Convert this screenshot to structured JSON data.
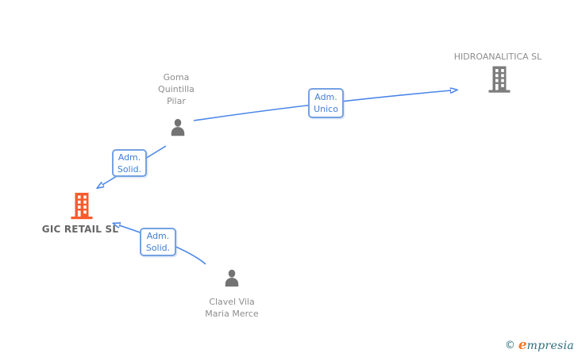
{
  "diagram_type": "corporate-relationship-graph",
  "nodes": {
    "goma": {
      "type": "person",
      "label_lines": [
        "Goma",
        "Quintilla",
        "Pilar"
      ]
    },
    "hidroanalitica": {
      "type": "company",
      "label": "HIDROANALITICA SL"
    },
    "gic": {
      "type": "company",
      "label": "GIC RETAIL SL",
      "highlighted": true
    },
    "clavel": {
      "type": "person",
      "label_lines": [
        "Clavel Vila",
        "Maria Merce"
      ]
    }
  },
  "edges": [
    {
      "from": "Goma Quintilla Pilar",
      "to": "HIDROANALITICA SL",
      "label": [
        "Adm.",
        "Unico"
      ]
    },
    {
      "from": "Goma Quintilla Pilar",
      "to": "GIC RETAIL SL",
      "label": [
        "Adm.",
        "Solid."
      ]
    },
    {
      "from": "Clavel Vila Maria Merce",
      "to": "GIC RETAIL SL",
      "label": [
        "Adm.",
        "Solid."
      ]
    }
  ],
  "watermark": {
    "copyright": "©",
    "brand_initial": "e",
    "brand_rest": "mpresia"
  },
  "colors": {
    "edge_blue": "#4a86e8",
    "box_border_blue": "#74a1e3",
    "box_text_blue": "#3f7fd6",
    "person_icon_gray": "#737373",
    "company_icon_gray": "#7d7d7d",
    "highlight_company_orange": "#f95b2d",
    "label_gray": "#8e8e8e",
    "highlight_label_gray": "#666666",
    "brand_teal": "#2d6e7e",
    "brand_orange": "#ee7c2b"
  }
}
